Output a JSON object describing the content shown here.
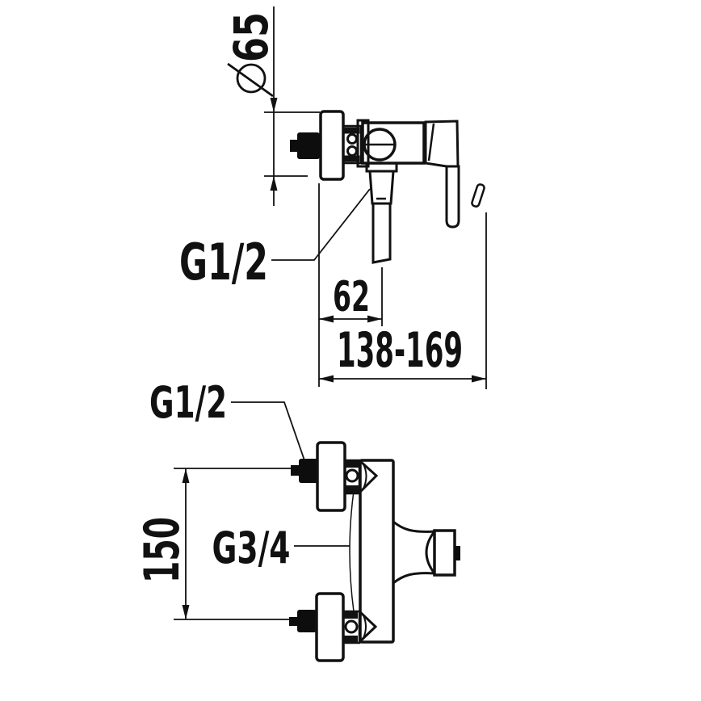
{
  "drawing": {
    "side_view": {
      "diameter_value": "65",
      "inlet_thread_label": "G1/2",
      "outlet_offset_dim": "62",
      "handle_reach_dim": "138-169"
    },
    "front_view": {
      "inlet_thread_label": "G1/2",
      "outlet_thread_label": "G3/4",
      "inlet_centers_dim": "150"
    },
    "colors": {
      "line": "#111111",
      "background": "#ffffff"
    }
  }
}
